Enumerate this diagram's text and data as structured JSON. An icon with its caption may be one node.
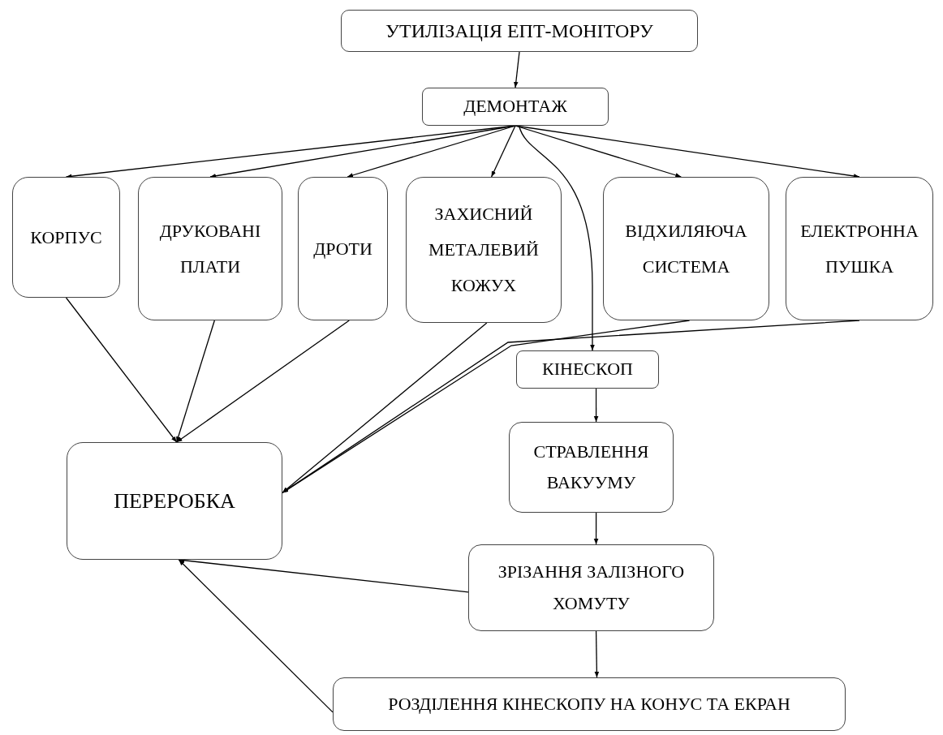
{
  "diagram": {
    "nodes": [
      {
        "text": [
          "УТИЛІЗАЦІЯ ЕПТ-МОНІТОРУ"
        ]
      },
      {
        "text": [
          "ДЕМОНТАЖ"
        ]
      },
      {
        "text": [
          "КОРПУС"
        ]
      },
      {
        "text": [
          "ДРУКОВАНІ ПЛАТИ"
        ]
      },
      {
        "text": [
          "ДРОТИ"
        ]
      },
      {
        "text": [
          "ЗАХИСНИЙ МЕТАЛЕВИЙ КОЖУХ"
        ]
      },
      {
        "text": [
          "ВІДХИЛЯЮЧА СИСТЕМА"
        ]
      },
      {
        "text": [
          "ЕЛЕКТРОННА ПУШКА"
        ]
      },
      {
        "text": [
          "КІНЕСКОП"
        ]
      },
      {
        "text": [
          "ПЕРЕРОБКА"
        ]
      },
      {
        "text": [
          "СТРАВЛЕННЯ ВАКУУМУ"
        ]
      },
      {
        "text": [
          "ЗРІЗАННЯ ЗАЛІЗНОГО ХОМУТУ"
        ]
      },
      {
        "text": [
          "РОЗДІЛЕННЯ КІНЕСКОПУ НА КОНУС ТА ЕКРАН"
        ]
      }
    ],
    "edges": [
      {
        "from": 0,
        "to": 1,
        "arrow": "to"
      },
      {
        "from": 1,
        "to": 2,
        "arrow": "to"
      },
      {
        "from": 1,
        "to": 3,
        "arrow": "to"
      },
      {
        "from": 1,
        "to": 4,
        "arrow": "to"
      },
      {
        "from": 1,
        "to": 5,
        "arrow": "to"
      },
      {
        "from": 1,
        "to": 8,
        "arrow": "to"
      },
      {
        "from": 1,
        "to": 6,
        "arrow": "to"
      },
      {
        "from": 1,
        "to": 7,
        "arrow": "to"
      },
      {
        "from": 2,
        "to": 9,
        "arrow": "to"
      },
      {
        "from": 3,
        "to": 9,
        "arrow": "to"
      },
      {
        "from": 4,
        "to": 9,
        "arrow": "to"
      },
      {
        "from": 5,
        "to": 9,
        "arrow": "to"
      },
      {
        "from": 6,
        "to": 9,
        "arrow": "to"
      },
      {
        "from": 7,
        "to": 9,
        "arrow": "to"
      },
      {
        "from": 8,
        "to": 10,
        "arrow": "to"
      },
      {
        "from": 10,
        "to": 11,
        "arrow": "to"
      },
      {
        "from": 11,
        "to": 12,
        "arrow": "to"
      },
      {
        "from": 11,
        "to": 9,
        "arrow": "to"
      },
      {
        "from": 12,
        "to": 9,
        "arrow": "to"
      }
    ]
  }
}
